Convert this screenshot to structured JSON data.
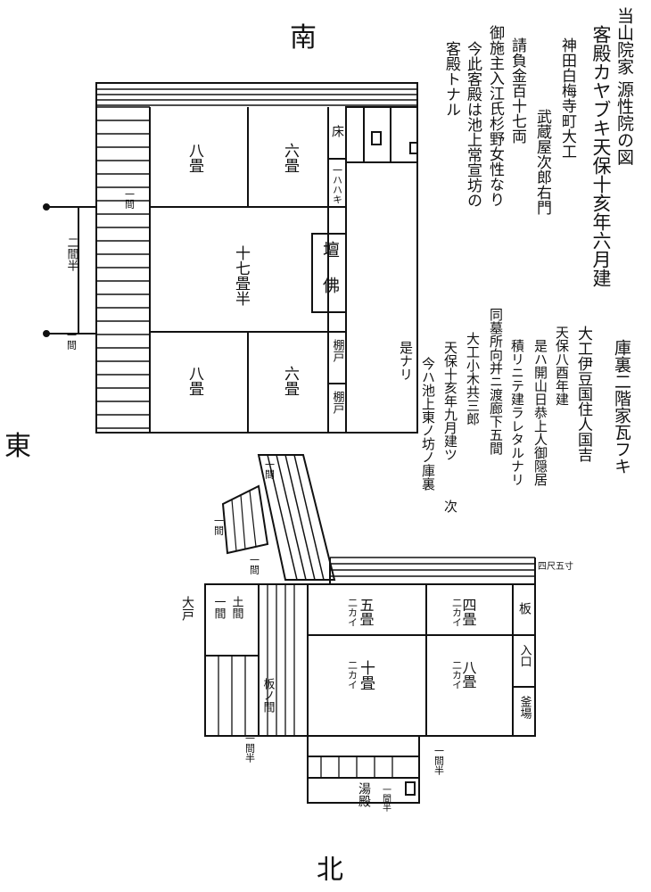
{
  "compass": {
    "south": "南",
    "east": "東",
    "north": "北"
  },
  "notes_main": [
    "当山院家 源性院の図",
    "客殿カヤブキ天保十亥年六月建",
    "神田白梅寺町大工",
    "武蔵屋次郎右門",
    "請負金百十七両",
    "御施主入江氏杉野女性なり",
    "今此客殿は池上常宣坊の",
    "客殿トナル"
  ],
  "notes_kura": [
    "庫裏二階家瓦フキ",
    "大工伊豆国住人国吉",
    "天保八酉年建",
    "是ハ開山日恭上人御隠居",
    "積リニテ建ラレタルナリ",
    "同墓所向并ニ渡廊下五間",
    "大工小木共三郎",
    "天保十亥年九月建ツ",
    "次",
    "今ハ池上東ノ坊ノ庫裏",
    "是ナリ"
  ],
  "main_rooms": {
    "r6a": "六畳",
    "r8a": "八畳",
    "r18": "十七畳半",
    "r6b": "六畳",
    "r8b": "八畳",
    "toko": "床",
    "ichi": "一ハハキ",
    "tana1": "棚戸",
    "tana2": "棚戸",
    "dan": "壇",
    "butsu": "佛"
  },
  "main_labels": {
    "nikan": "二間半",
    "ken1": "一間",
    "ken2": "一間"
  },
  "kura_rooms": {
    "r5": "五畳",
    "r4": "四畳",
    "r10": "十畳",
    "r8": "八畳",
    "ita": "板",
    "iri": "入口",
    "kama": "釜場",
    "nikai1": "二カイ",
    "nikai2": "二カイ",
    "nikai3": "二カイ",
    "nikai4": "二カイ"
  },
  "kura_labels": {
    "shisha": "四尺五寸",
    "ooto": "大戸",
    "ikkan": "一間",
    "doma": "土間",
    "ikken1": "一間",
    "itama": "板ノ間",
    "ikken2": "一間",
    "ikkanhan": "一間半",
    "yudono": "湯殿",
    "ikken3": "一間半",
    "hanken": "一間半",
    "rouka": "一間"
  }
}
